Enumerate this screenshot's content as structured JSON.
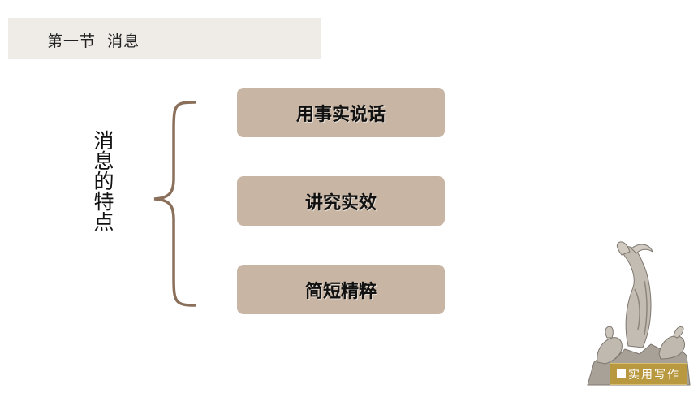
{
  "header": {
    "title": "第一节  消息"
  },
  "topic_label": "消息的特点",
  "features": [
    {
      "label": "用事实说话"
    },
    {
      "label": "讲究实效"
    },
    {
      "label": "简短精粹"
    }
  ],
  "badge": {
    "text": "实用写作"
  },
  "colors": {
    "header_bg": "#efebe7",
    "box_bg": "#c8b5a3",
    "brace": "#8a6f5a",
    "badge_bg": "#b8993f"
  },
  "icons": {
    "decoration": "goat-statue-image"
  }
}
